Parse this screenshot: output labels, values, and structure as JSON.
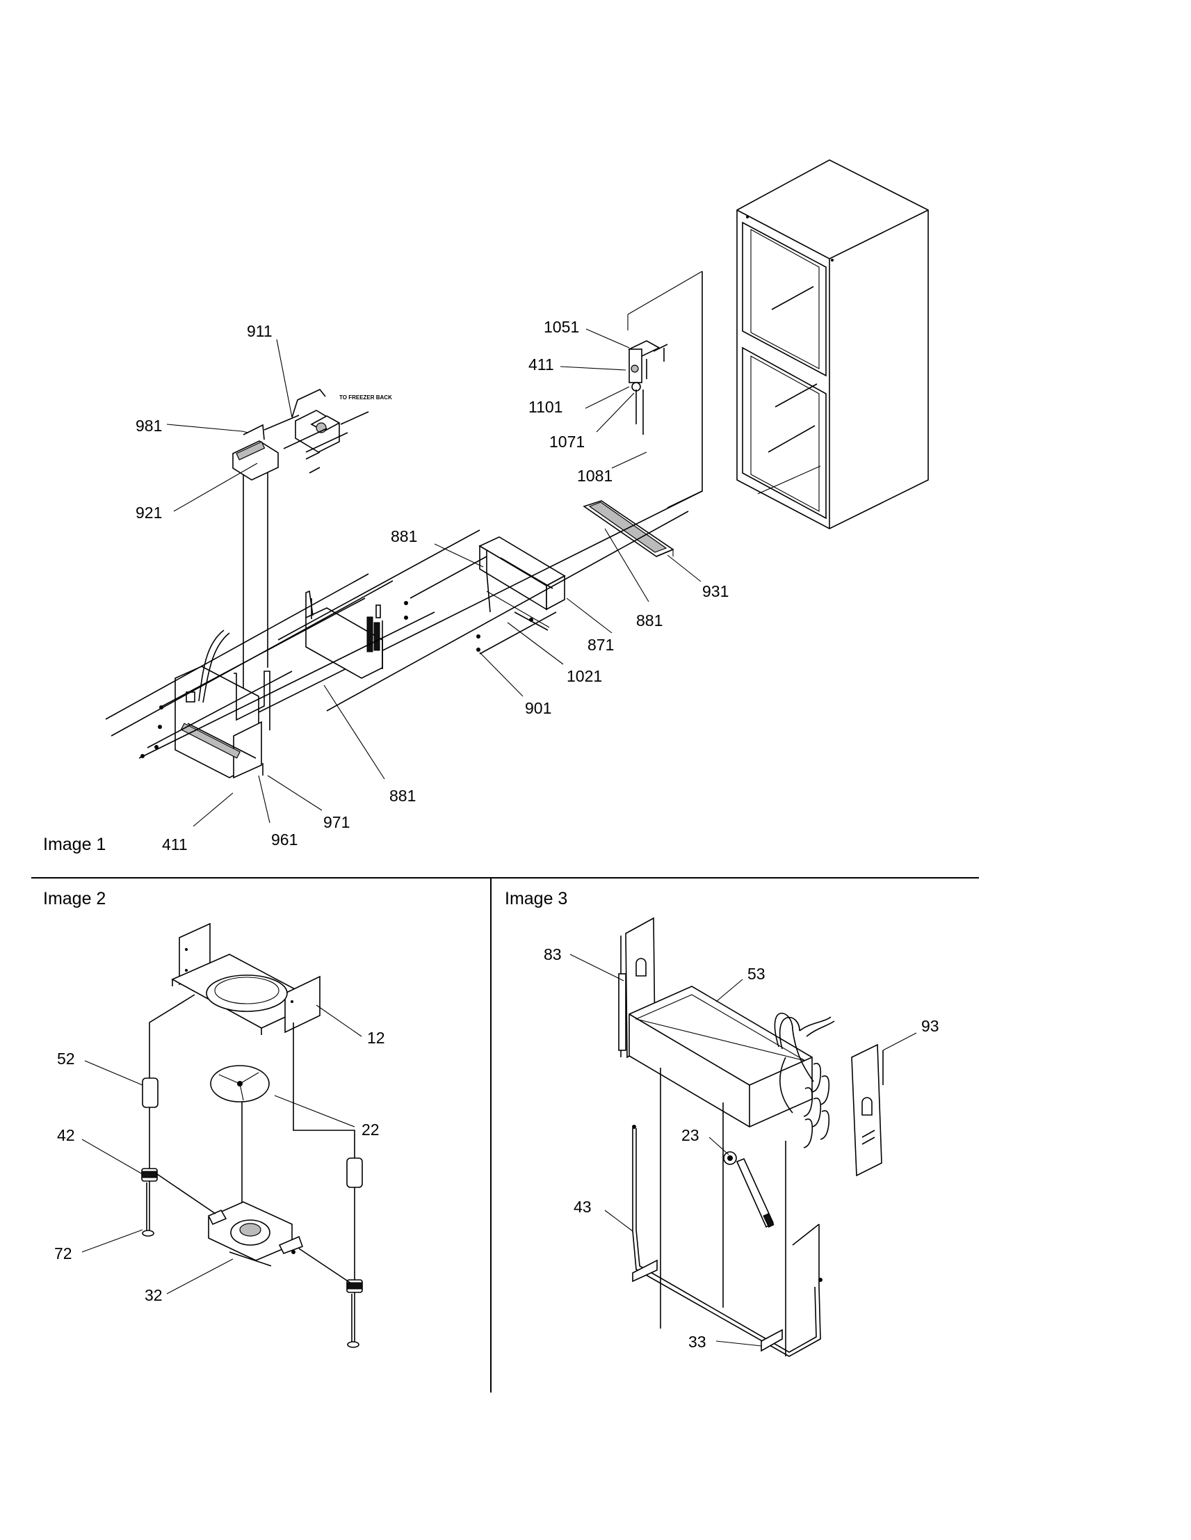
{
  "images": [
    {
      "caption": "Image 1",
      "callouts": [
        "911",
        "981",
        "921",
        "1051",
        "411",
        "1101",
        "1071",
        "1081",
        "881",
        "931",
        "881",
        "871",
        "1021",
        "901",
        "881",
        "971",
        "411",
        "961"
      ],
      "note": "TO FREEZER BACK"
    },
    {
      "caption": "Image 2",
      "callouts": [
        "12",
        "52",
        "22",
        "42",
        "72",
        "32"
      ]
    },
    {
      "caption": "Image 3",
      "callouts": [
        "83",
        "53",
        "93",
        "23",
        "43",
        "33"
      ]
    }
  ]
}
